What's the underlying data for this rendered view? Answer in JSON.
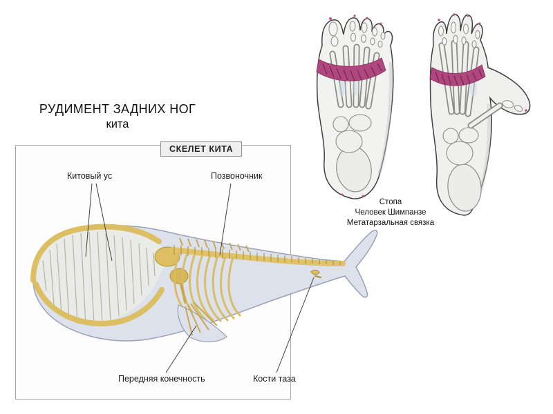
{
  "slide": {
    "title": {
      "line1": "РУДИМЕНТ ЗАДНИХ НОГ",
      "line2": "кита"
    }
  },
  "feet_figure": {
    "caption": {
      "line1": "Стопа",
      "line2": "Человек Шимпанзе",
      "line3": "Метатарзальная связка"
    },
    "colors": {
      "ligament": "#b0487f"
    }
  },
  "whale_figure": {
    "title": "СКЕЛЕТ КИТА",
    "labels": {
      "baleen": "Китовый ус",
      "spine": "Позвоночник",
      "front_limb": "Передняя конечность",
      "pelvis": "Кости таза"
    },
    "colors": {
      "body": "#dce1ec",
      "bone": "#dcbf63",
      "outline": "#98a0b4"
    }
  }
}
